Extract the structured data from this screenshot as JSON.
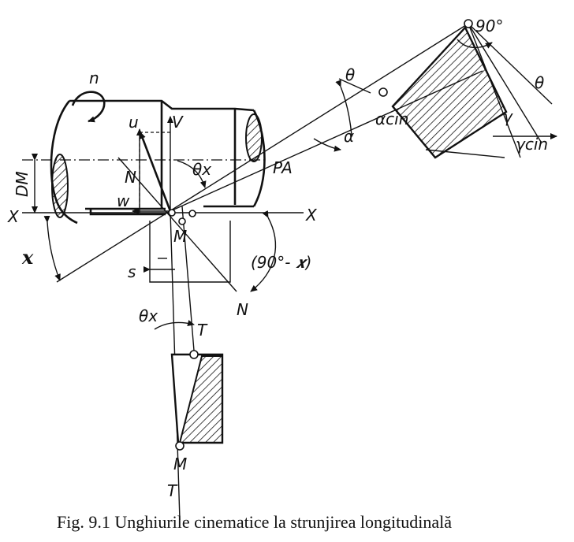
{
  "labels": {
    "n": "n",
    "u": "u",
    "v": "V",
    "n_left": "N",
    "theta_x_top": "θx",
    "d_m": "DM",
    "w": "w",
    "x_left": "X",
    "x_right": "X",
    "m_top": "M",
    "kappa": "𝒙",
    "s": "s",
    "angle_90_kappa": "(90°- 𝒙)",
    "n_bottom": "N",
    "pa": "PA",
    "theta_top": "θ",
    "alpha": "α",
    "alpha_cin": "αcin",
    "ninety": "90°",
    "theta_right": "θ",
    "gamma": "γ",
    "gamma_cin": "γcin",
    "theta_x_bottom": "θx",
    "t_top": "T",
    "m_bottom": "M",
    "t_bottom": "T"
  },
  "caption": "Fig. 9.1 Unghiurile cinematice la strunjirea longitudinală"
}
